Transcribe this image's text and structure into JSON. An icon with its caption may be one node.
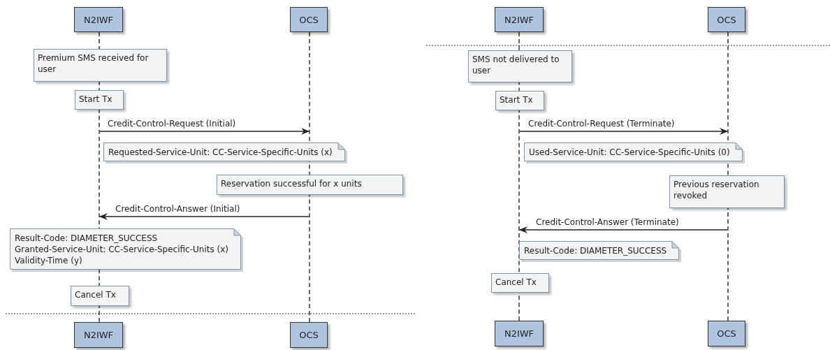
{
  "diagram": {
    "nodes": [
      {
        "text": [
          "N2IWF"
        ]
      },
      {
        "text": [
          "OCS"
        ]
      },
      {
        "text": [],
        "shape": "bar"
      },
      {
        "text": [],
        "shape": "bar"
      },
      {
        "text": [
          "Premium SMS received for user"
        ]
      },
      {
        "text": [
          "Start Tx"
        ]
      },
      {
        "text": [
          "Requested-Service-Unit: CC-Service-Specific-Units (x)"
        ]
      },
      {
        "text": [
          "Reservation successful for x units"
        ]
      },
      {
        "text": [
          "Result-Code: DIAMETER_SUCCESS",
          "Granted-Service-Unit: CC-Service-Specific-Units (x)",
          "Validity-Time (y)"
        ]
      },
      {
        "text": [
          "Cancel Tx"
        ]
      },
      {
        "text": [
          "N2IWF"
        ]
      },
      {
        "text": [
          "OCS"
        ]
      },
      {
        "text": [
          "N2IWF"
        ]
      },
      {
        "text": [
          "OCS"
        ]
      },
      {
        "text": [],
        "shape": "bar"
      },
      {
        "text": [],
        "shape": "bar"
      },
      {
        "text": [
          "SMS not delivered to user"
        ]
      },
      {
        "text": [
          "Start Tx"
        ]
      },
      {
        "text": [
          "Used-Service-Unit: CC-Service-Specific-Units (0)"
        ]
      },
      {
        "text": [
          "Previous reservation revoked"
        ]
      },
      {
        "text": [
          "Result-Code: DIAMETER_SUCCESS"
        ]
      },
      {
        "text": [
          "Cancel Tx"
        ]
      },
      {
        "text": [
          "N2IWF"
        ]
      },
      {
        "text": [
          "OCS"
        ]
      }
    ],
    "edges": [
      {
        "from": 2,
        "to": 3,
        "arrow": "to",
        "label": "Credit-Control-Request (Initial)"
      },
      {
        "from": 3,
        "to": 2,
        "arrow": "to",
        "label": "Credit-Control-Answer (Initial)"
      },
      {
        "from": 14,
        "to": 15,
        "arrow": "to",
        "label": "Credit-Control-Request (Terminate)"
      },
      {
        "from": 15,
        "to": 14,
        "arrow": "to",
        "label": "Credit-Control-Answer (Terminate)"
      }
    ]
  }
}
